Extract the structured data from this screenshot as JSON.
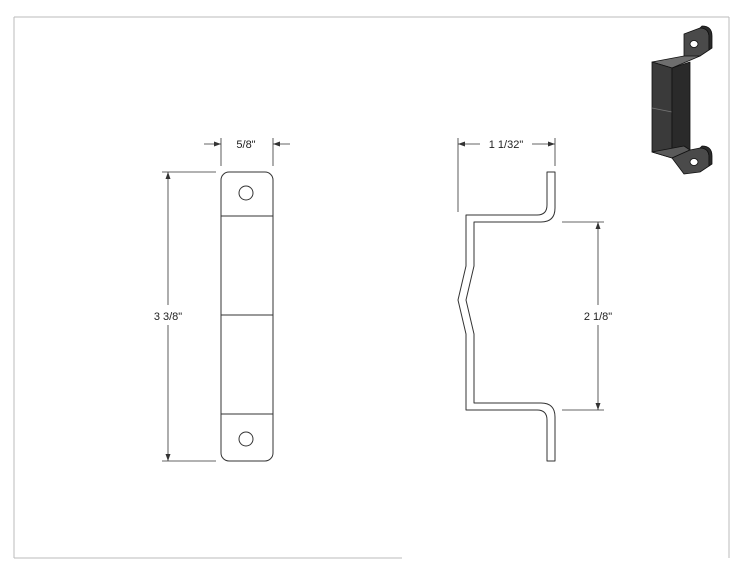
{
  "dimensions": {
    "front_width": "5/8\"",
    "front_height": "3 3/8\"",
    "side_depth": "1 1/32\"",
    "side_inner_height": "2 1/8\""
  },
  "colors": {
    "line": "#333333",
    "border": "#bbbbbb",
    "iso_dark": "#2a2a2a",
    "iso_mid": "#4a4a4a",
    "iso_light": "#6e6e6e"
  }
}
